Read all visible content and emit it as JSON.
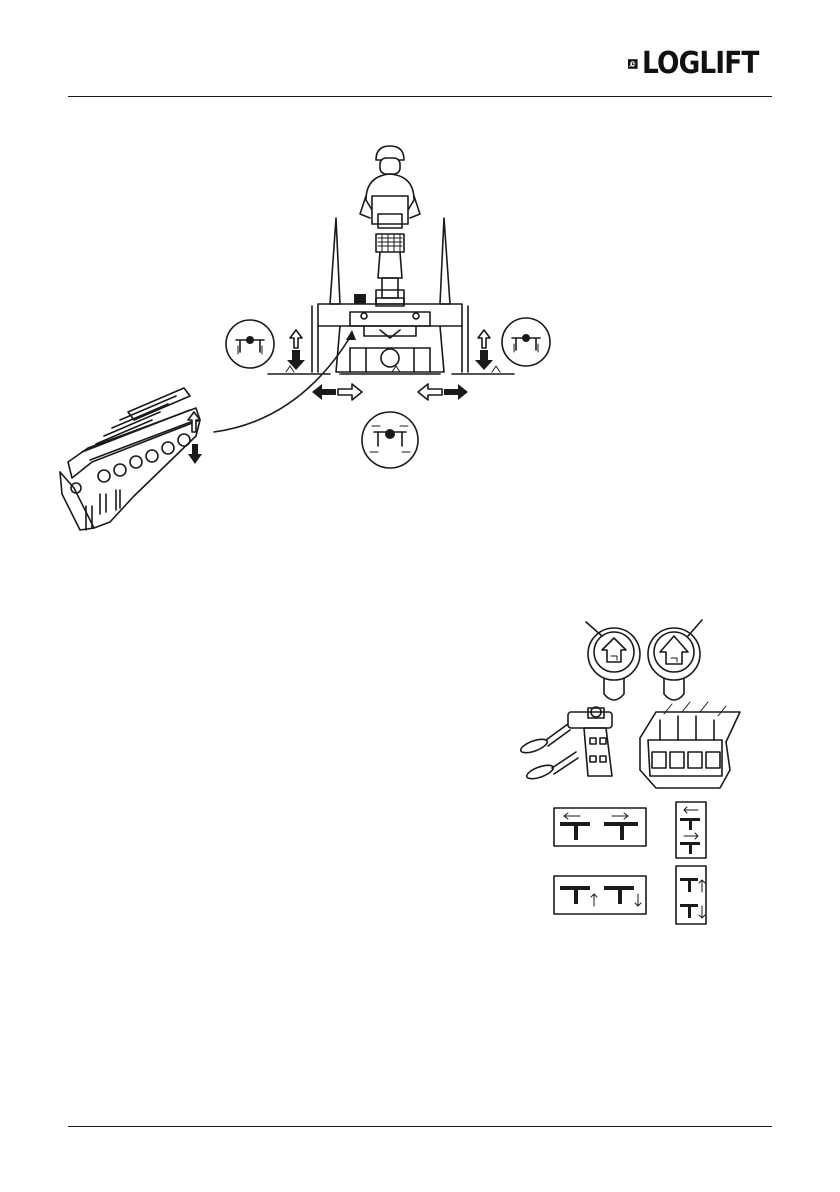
{
  "header": {
    "brand": "LOGLIFT",
    "icons": [
      "loglift-logo-icon"
    ]
  },
  "figures": {
    "top": "crane-stabilizer-control-diagram",
    "bottom": "stabilizer-control-lever-labels"
  },
  "colors": {
    "ink": "#1a1a1a",
    "paper": "#ffffff"
  }
}
